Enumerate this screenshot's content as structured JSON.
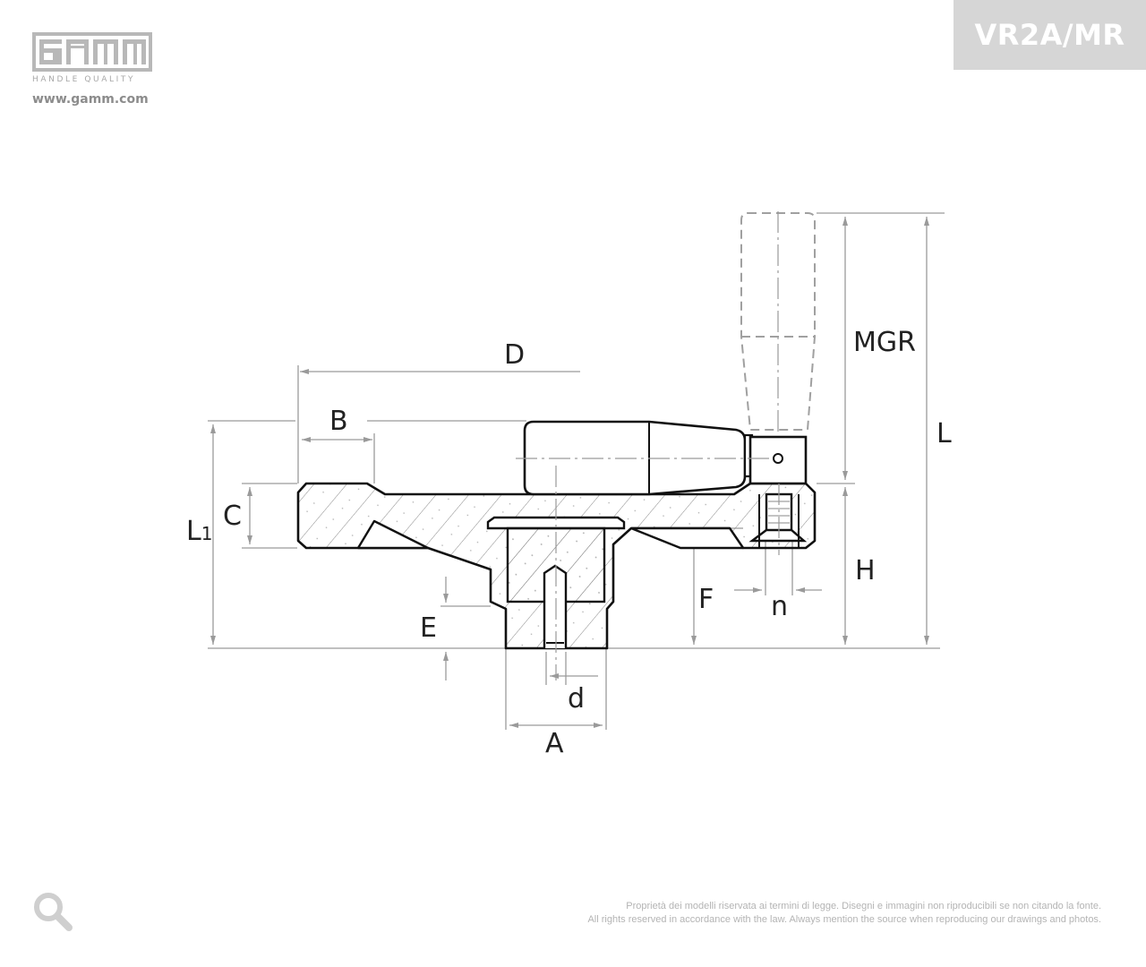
{
  "brand": {
    "name": "GAMM",
    "tagline": "HANDLE QUALITY",
    "website": "www.gamm.com"
  },
  "product_code": "VR2A/MR",
  "dimension_labels": {
    "D": "D",
    "B": "B",
    "C": "C",
    "L1": "L",
    "L1_sub": "1",
    "MGR": "MGR",
    "L": "L",
    "H": "H",
    "F": "F",
    "n": "n",
    "E": "E",
    "d": "d",
    "A": "A"
  },
  "footer": {
    "line1": "Proprietà dei modelli riservata ai termini di legge. Disegni e immagini non riproducibili se non citando la fonte.",
    "line2": "All rights reserved in accordance with the law. Always mention the source when reproducing our drawings and photos."
  },
  "icons": {
    "logo": "gamm-logo",
    "zoom": "magnifier-icon"
  },
  "colors": {
    "code_box": "#d6d6d6",
    "dimension_lines": "#9a9a9a",
    "outline": "#111111"
  }
}
